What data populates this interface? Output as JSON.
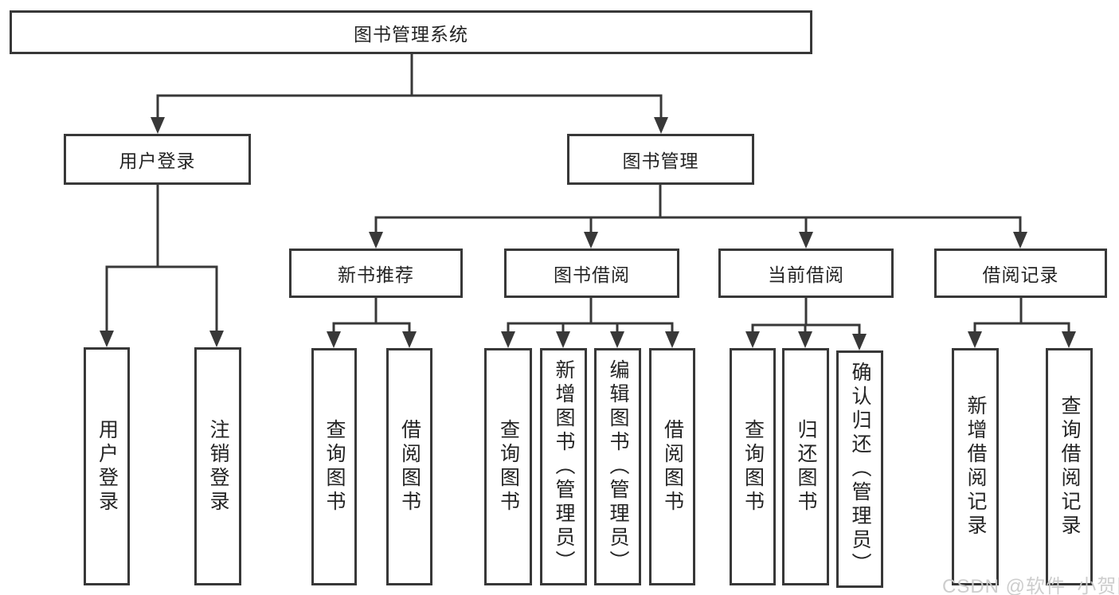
{
  "tree": {
    "label": "图书管理系统",
    "children": [
      {
        "label": "用户登录",
        "children": [
          {
            "label": "用户登录"
          },
          {
            "label": "注销登录"
          }
        ]
      },
      {
        "label": "图书管理",
        "children": [
          {
            "label": "新书推荐",
            "children": [
              {
                "label": "查询图书"
              },
              {
                "label": "借阅图书"
              }
            ]
          },
          {
            "label": "图书借阅",
            "children": [
              {
                "label": "查询图书"
              },
              {
                "label": "新增图书（管理员）"
              },
              {
                "label": "编辑图书（管理员）"
              },
              {
                "label": "借阅图书"
              }
            ]
          },
          {
            "label": "当前借阅",
            "children": [
              {
                "label": "查询图书"
              },
              {
                "label": "归还图书"
              },
              {
                "label": "确认归还（管理员）"
              }
            ]
          },
          {
            "label": "借阅记录",
            "children": [
              {
                "label": "新增借阅记录"
              },
              {
                "label": "查询借阅记录"
              }
            ]
          }
        ]
      }
    ]
  },
  "watermark": "CSDN @软件_小贺同学",
  "colors": {
    "line": "#383838",
    "text": "#242424",
    "background": "#ffffff",
    "watermark": "#cacaca"
  }
}
